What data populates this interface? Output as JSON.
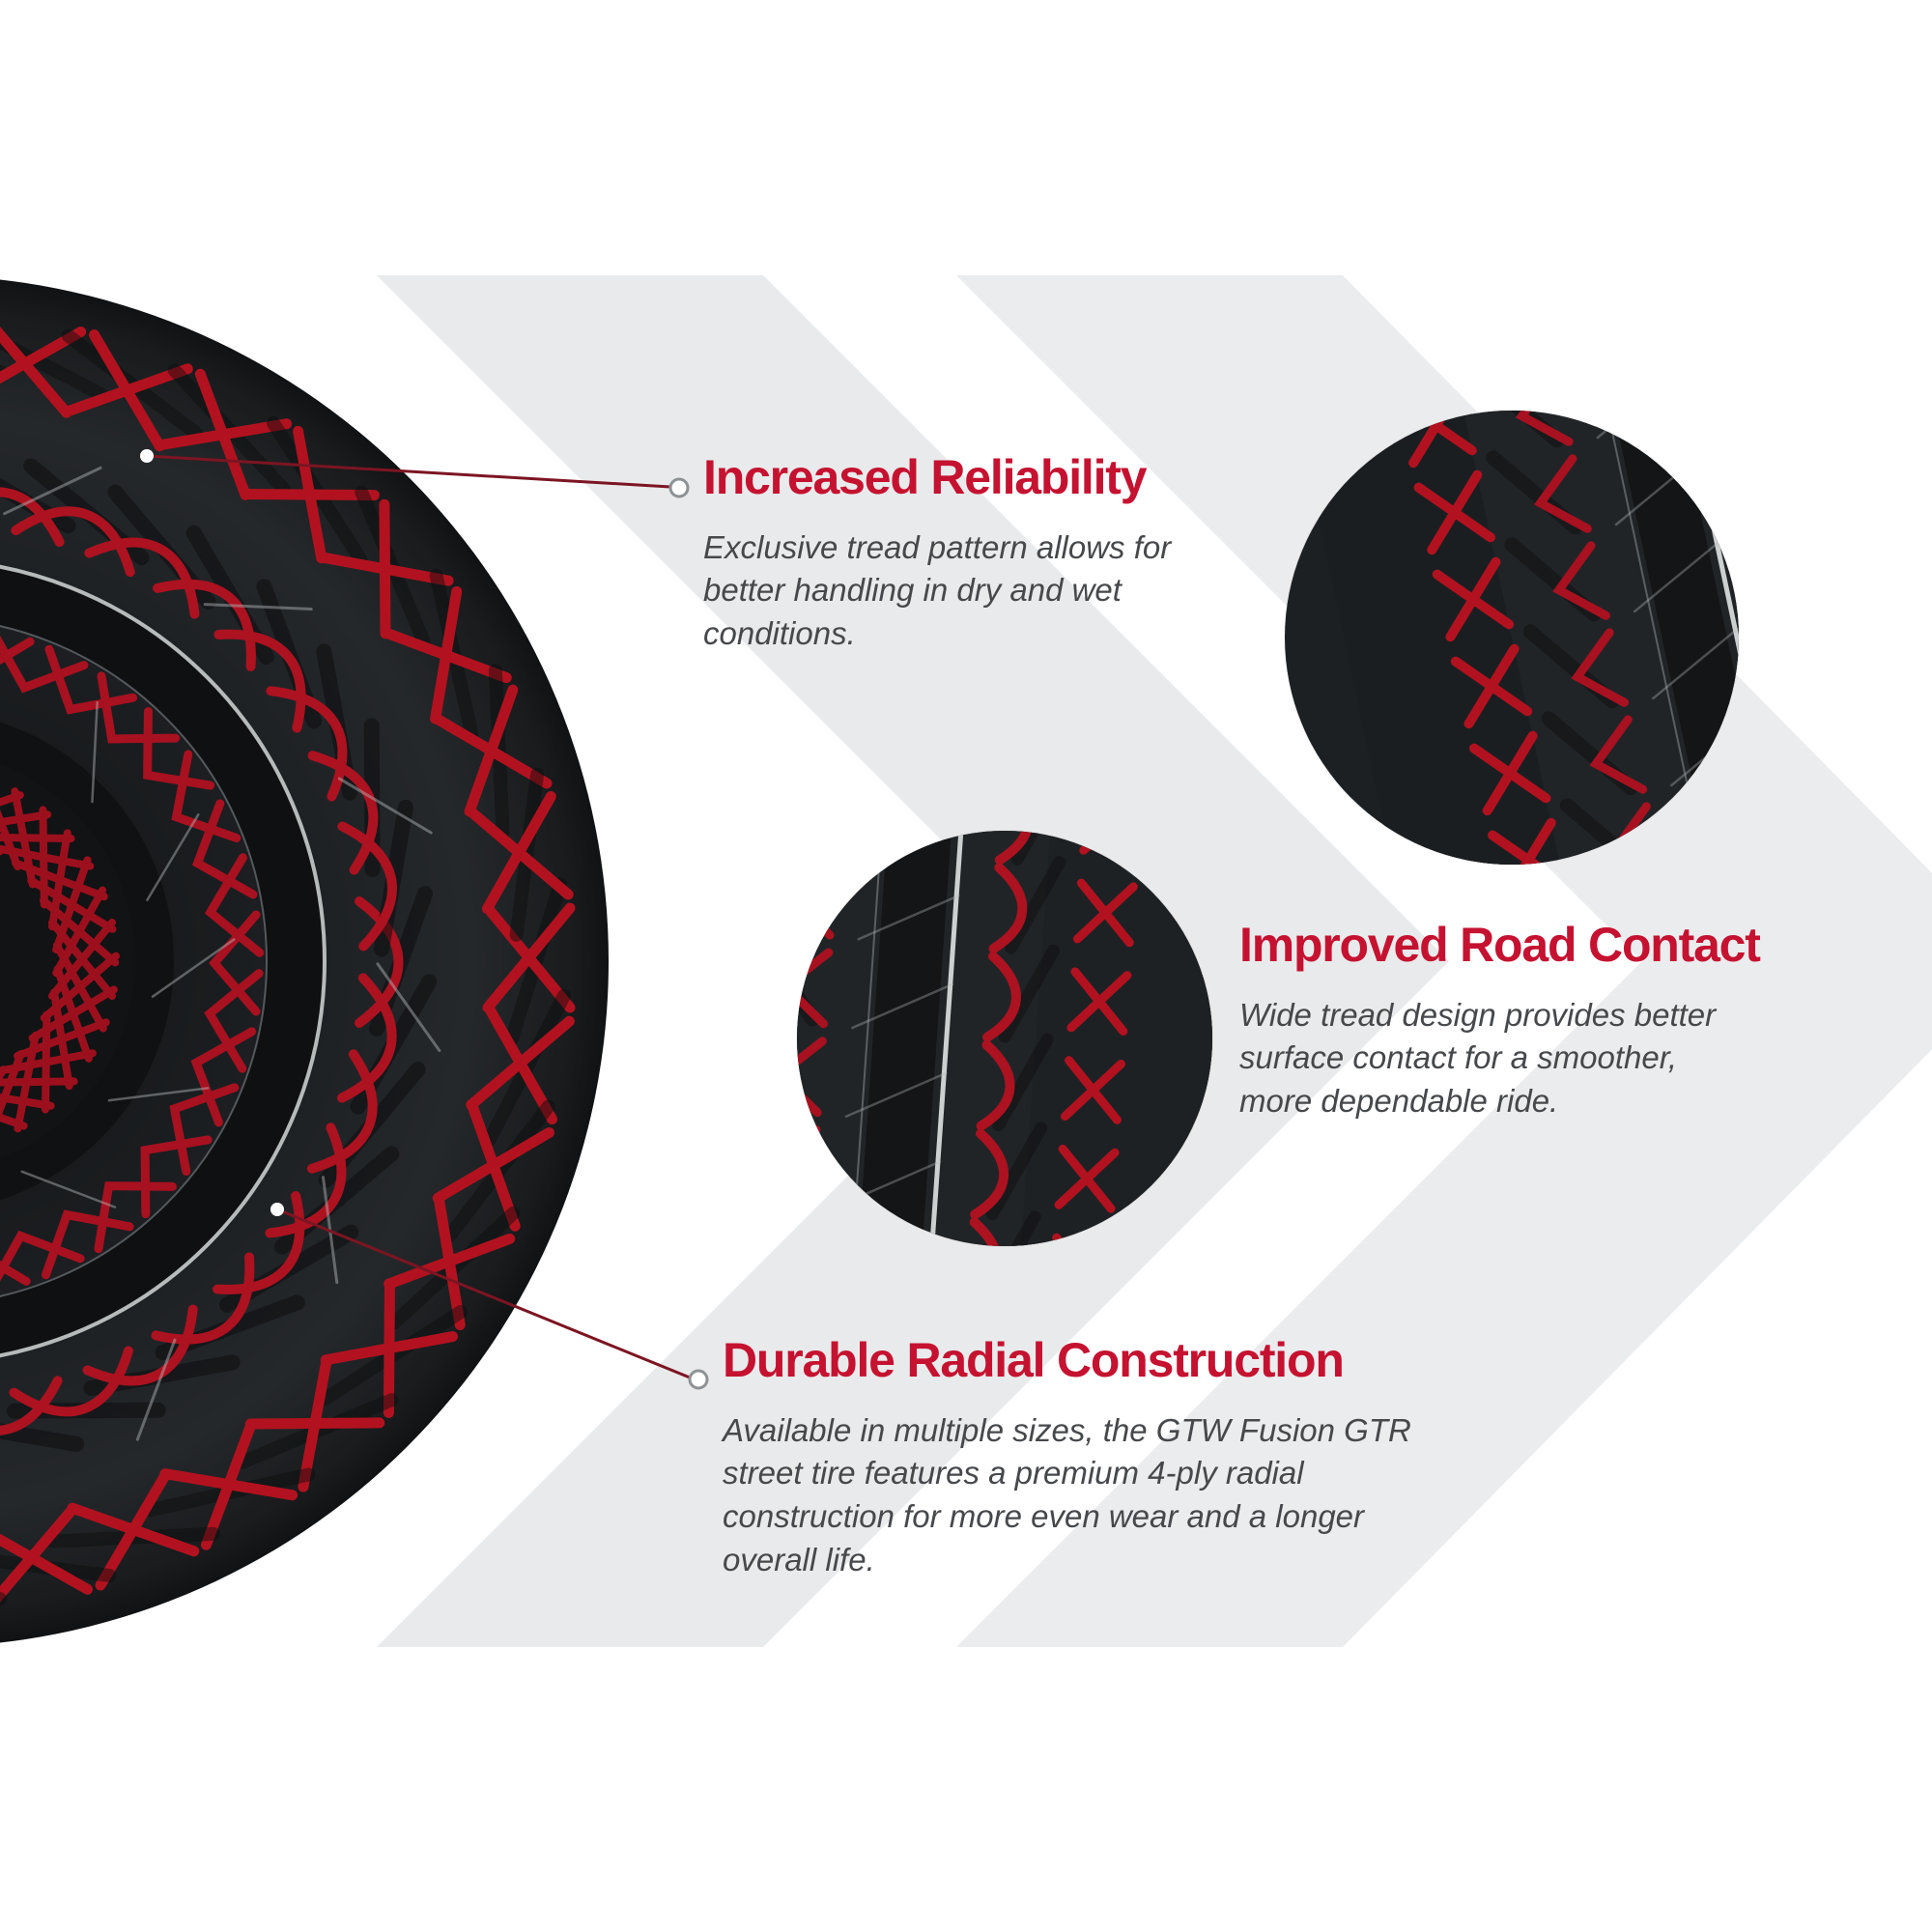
{
  "page": {
    "accent_color": "#c51230",
    "body_text_color": "#46484b",
    "chevron_color": "#e9eaeb",
    "chevron_color_2": "#ebecee",
    "background_color": "#ffffff",
    "tire_red_accent": "#b2121f"
  },
  "callouts": [
    {
      "title": "Increased Reliability",
      "body": "Exclusive tread pattern allows for better handling in dry and wet conditions."
    },
    {
      "title": "Improved Road Contact",
      "body": "Wide tread design provides better surface contact for a smoother, more dependable ride."
    },
    {
      "title": "Durable Radial Construction",
      "body": "Available in multiple sizes, the GTW Fusion GTR street tire features a premium 4-ply radial construction for more even wear and a longer overall life."
    }
  ]
}
